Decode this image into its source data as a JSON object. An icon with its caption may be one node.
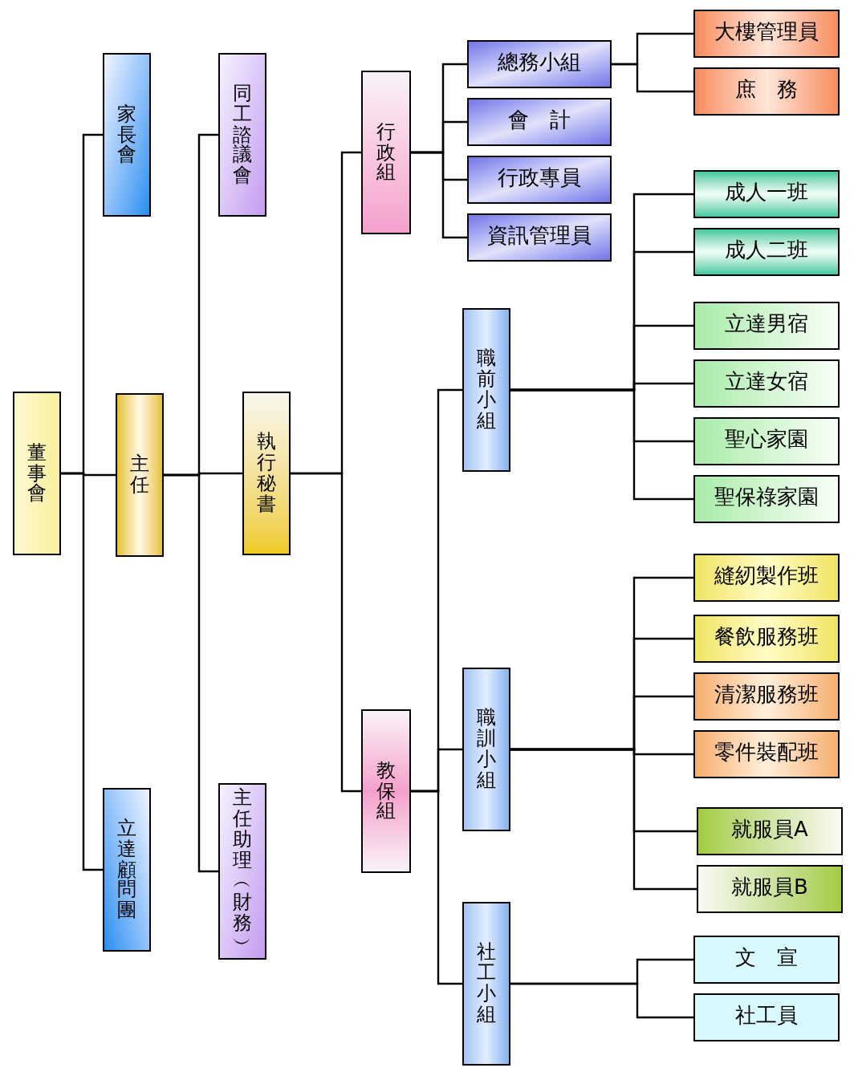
{
  "diagram": {
    "nodes": [
      {
        "text": [
          "董事會"
        ]
      },
      {
        "text": [
          "家長會"
        ]
      },
      {
        "text": [
          "主任"
        ]
      },
      {
        "text": [
          "立達顧問團"
        ]
      },
      {
        "text": [
          "同工諮議會"
        ]
      },
      {
        "text": [
          "執行秘書"
        ]
      },
      {
        "text": [
          "主任助理︵財務︶"
        ]
      },
      {
        "text": [
          "行政組"
        ]
      },
      {
        "text": [
          "教保組"
        ]
      },
      {
        "text": [
          "總務小組"
        ]
      },
      {
        "text": [
          "會　計"
        ]
      },
      {
        "text": [
          "行政專員"
        ]
      },
      {
        "text": [
          "資訊管理員"
        ]
      },
      {
        "text": [
          "大樓管理員"
        ]
      },
      {
        "text": [
          "庶　務"
        ]
      },
      {
        "text": [
          "職前小組"
        ]
      },
      {
        "text": [
          "成人一班"
        ]
      },
      {
        "text": [
          "成人二班"
        ]
      },
      {
        "text": [
          "立達男宿"
        ]
      },
      {
        "text": [
          "立達女宿"
        ]
      },
      {
        "text": [
          "聖心家園"
        ]
      },
      {
        "text": [
          "聖保祿家園"
        ]
      },
      {
        "text": [
          "職訓小組"
        ]
      },
      {
        "text": [
          "縫紉製作班"
        ]
      },
      {
        "text": [
          "餐飲服務班"
        ]
      },
      {
        "text": [
          "清潔服務班"
        ]
      },
      {
        "text": [
          "零件裝配班"
        ]
      },
      {
        "text": [
          "就服員A"
        ]
      },
      {
        "text": [
          "就服員B"
        ]
      },
      {
        "text": [
          "社工小組"
        ]
      },
      {
        "text": [
          "文　宣"
        ]
      },
      {
        "text": [
          "社工員"
        ]
      }
    ],
    "edges": [
      {
        "from": 0,
        "to": 1,
        "arrow": "none"
      },
      {
        "from": 0,
        "to": 2,
        "arrow": "none"
      },
      {
        "from": 0,
        "to": 3,
        "arrow": "none"
      },
      {
        "from": 2,
        "to": 4,
        "arrow": "none"
      },
      {
        "from": 2,
        "to": 5,
        "arrow": "none"
      },
      {
        "from": 2,
        "to": 6,
        "arrow": "none"
      },
      {
        "from": 5,
        "to": 7,
        "arrow": "none"
      },
      {
        "from": 5,
        "to": 8,
        "arrow": "none"
      },
      {
        "from": 7,
        "to": 9,
        "arrow": "none"
      },
      {
        "from": 7,
        "to": 10,
        "arrow": "none"
      },
      {
        "from": 7,
        "to": 11,
        "arrow": "none"
      },
      {
        "from": 7,
        "to": 12,
        "arrow": "none"
      },
      {
        "from": 9,
        "to": 13,
        "arrow": "none"
      },
      {
        "from": 9,
        "to": 14,
        "arrow": "none"
      },
      {
        "from": 8,
        "to": 15,
        "arrow": "none"
      },
      {
        "from": 8,
        "to": 22,
        "arrow": "none"
      },
      {
        "from": 8,
        "to": 29,
        "arrow": "none"
      },
      {
        "from": 15,
        "to": 16,
        "arrow": "none"
      },
      {
        "from": 15,
        "to": 17,
        "arrow": "none"
      },
      {
        "from": 15,
        "to": 18,
        "arrow": "none"
      },
      {
        "from": 15,
        "to": 19,
        "arrow": "none"
      },
      {
        "from": 15,
        "to": 20,
        "arrow": "none"
      },
      {
        "from": 15,
        "to": 21,
        "arrow": "none"
      },
      {
        "from": 22,
        "to": 23,
        "arrow": "none"
      },
      {
        "from": 22,
        "to": 24,
        "arrow": "none"
      },
      {
        "from": 22,
        "to": 25,
        "arrow": "none"
      },
      {
        "from": 22,
        "to": 26,
        "arrow": "none"
      },
      {
        "from": 22,
        "to": 27,
        "arrow": "none"
      },
      {
        "from": 22,
        "to": 28,
        "arrow": "none"
      },
      {
        "from": 29,
        "to": 30,
        "arrow": "none"
      },
      {
        "from": 29,
        "to": 31,
        "arrow": "none"
      }
    ]
  }
}
